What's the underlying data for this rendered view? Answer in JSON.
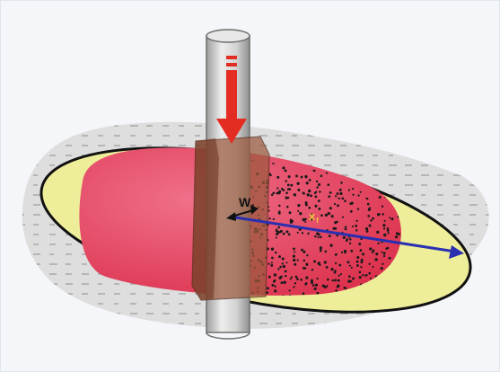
{
  "diagram": {
    "labels": {
      "width_label": "W",
      "width_subscript": "f",
      "half_length_label": "x",
      "half_length_subscript": "f"
    },
    "colors": {
      "frame_border": "#dfe6ee",
      "frame_fill": "#f4f6f9",
      "rock_fill": "#dedede",
      "rock_dash": "#9e9e9e",
      "outer_fracture_fill": "#eeed9a",
      "outer_fracture_stroke": "#111111",
      "pay_zone_fill": "#e33b56",
      "proppant_dot": "#1a1a1a",
      "wellbore_fill": "#cfcfcf",
      "casing_fill": "#9b5a3e",
      "flow_arrow": "#e32d22",
      "half_length_arrow": "#2a2fb0",
      "half_length_label": "#f0c93a",
      "width_arrow": "#111111"
    },
    "icons": {
      "flow_arrow": "down-arrow-icon",
      "width_arrow": "double-arrow-icon",
      "length_arrow": "right-arrow-icon"
    }
  }
}
